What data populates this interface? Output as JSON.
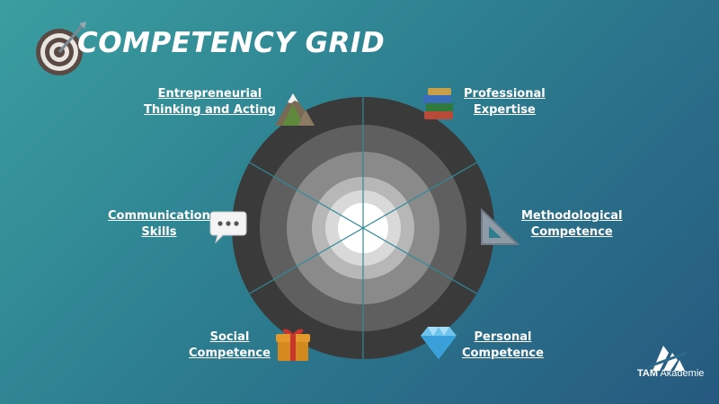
{
  "slide": {
    "title": "COMPETENCY GRID",
    "icons": {
      "title": "dart-target-icon",
      "entrepreneurial": "mountain-icon",
      "professional": "books-icon",
      "methodological": "set-square-icon",
      "personal": "gem-icon",
      "social": "gift-icon",
      "communication": "speech-bubble-icon"
    }
  },
  "competencies": {
    "entrepreneurial": {
      "line1": "Entrepreneurial",
      "line2": "Thinking and Acting"
    },
    "professional": {
      "line1": "Professional",
      "line2": "Expertise"
    },
    "methodological": {
      "line1": "Methodological",
      "line2": "Competence"
    },
    "personal": {
      "line1": "Personal",
      "line2": "Competence"
    },
    "social": {
      "line1": "Social",
      "line2": "Competence"
    },
    "communication": {
      "line1": "Communication",
      "line2": "Skills"
    }
  },
  "logo": {
    "brand": "TAM",
    "name": "Akademie"
  },
  "colors": {
    "ring_1": "#3a3a3a",
    "ring_2": "#5f5f5f",
    "ring_3": "#8a8a8a",
    "ring_4": "#b7b7b7",
    "ring_5": "#d9d9d9",
    "center": "#ffffff",
    "divider": "#2f8a9a"
  }
}
